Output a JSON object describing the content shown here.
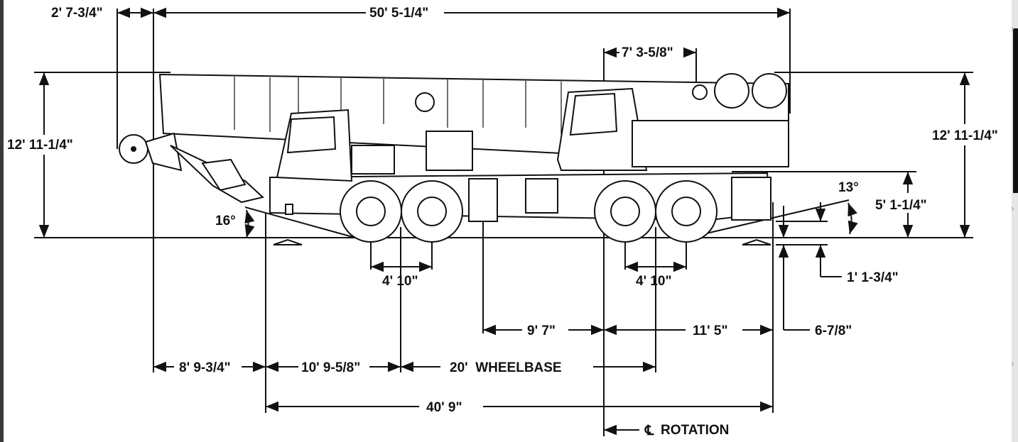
{
  "dimensions": {
    "boom_overhang": "2' 7-3/4\"",
    "overall_length": "50' 5-1/4\"",
    "rotation_to_rear": "7' 3-5/8\"",
    "height_left": "12' 11-1/4\"",
    "height_right": "12' 11-1/4\"",
    "deck_height": "5' 1-1/4\"",
    "approach_angle": "16°",
    "departure_angle": "13°",
    "front_tandem": "4' 10\"",
    "rear_tandem": "4' 10\"",
    "outrigger_pad": "1' 1-3/4\"",
    "ground_clearance": "6-7/8\"",
    "outrigger_to_rotation": "9' 7\"",
    "rotation_to_rear_outrigger": "11' 5\"",
    "front_overhang": "8' 9-3/4\"",
    "front_axle_offset": "10' 9-5/8\"",
    "wheelbase": "20'  WHEELBASE",
    "carrier_length": "40' 9\"",
    "rotation_label": "ROTATION",
    "centerline_symbol": "℄"
  },
  "colors": {
    "ink": "#111111",
    "background": "#ffffff"
  },
  "icons": [
    "chevron-right-icon"
  ]
}
